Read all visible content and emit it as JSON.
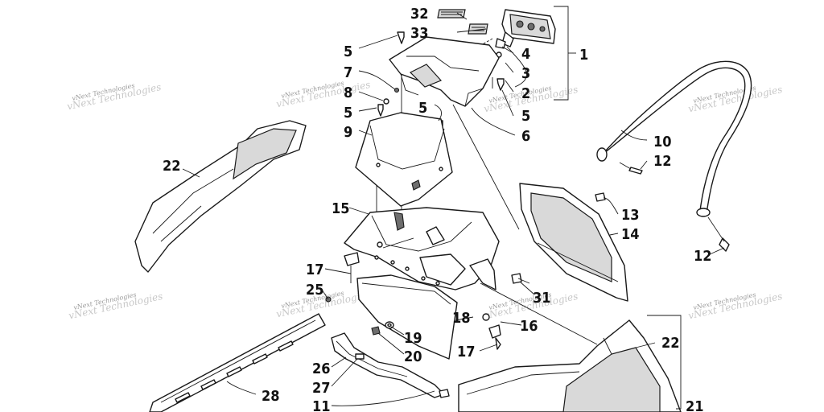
{
  "diagram": {
    "callouts": [
      "1",
      "2",
      "3",
      "4",
      "5",
      "5",
      "5",
      "5",
      "6",
      "7",
      "8",
      "9",
      "10",
      "11",
      "12",
      "12",
      "13",
      "14",
      "15",
      "16",
      "17",
      "17",
      "18",
      "19",
      "20",
      "21",
      "22",
      "22",
      "25",
      "26",
      "27",
      "28",
      "31",
      "32",
      "33"
    ],
    "watermark": "vNext Technologies"
  }
}
